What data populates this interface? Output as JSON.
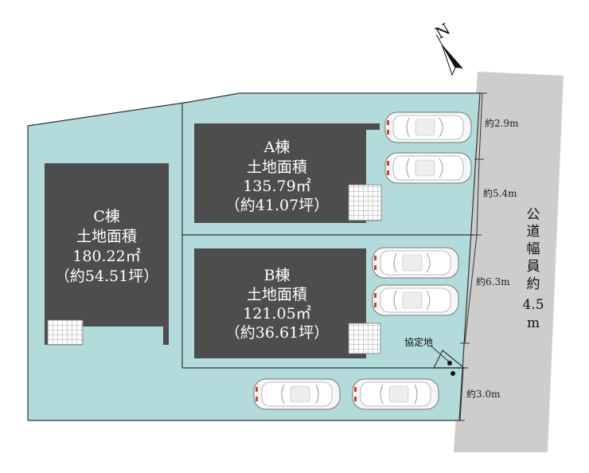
{
  "colors": {
    "land": "#b3dbdb",
    "building": "#4d4d4d",
    "road": "#cdcdcd",
    "line": "#333333",
    "label": "#ffffff"
  },
  "compass": {
    "letter": "N"
  },
  "buildings": [
    {
      "id": "C",
      "name": "C棟",
      "caption": "土地面積",
      "area": "180.22㎡",
      "tsubo": "（約54.51坪）"
    },
    {
      "id": "A",
      "name": "A棟",
      "caption": "土地面積",
      "area": "135.79㎡",
      "tsubo": "（約41.07坪）"
    },
    {
      "id": "B",
      "name": "B棟",
      "caption": "土地面積",
      "area": "121.05㎡",
      "tsubo": "（約36.61坪）"
    }
  ],
  "frontages": [
    "約2.9m",
    "約5.4m",
    "約6.3m",
    "約3.0m"
  ],
  "agreement_land": "協定地",
  "road": {
    "chars": [
      "公",
      "道",
      "幅",
      "員",
      "約"
    ],
    "width_value": "4.5",
    "unit": "m"
  },
  "parking": {
    "count": 6
  }
}
